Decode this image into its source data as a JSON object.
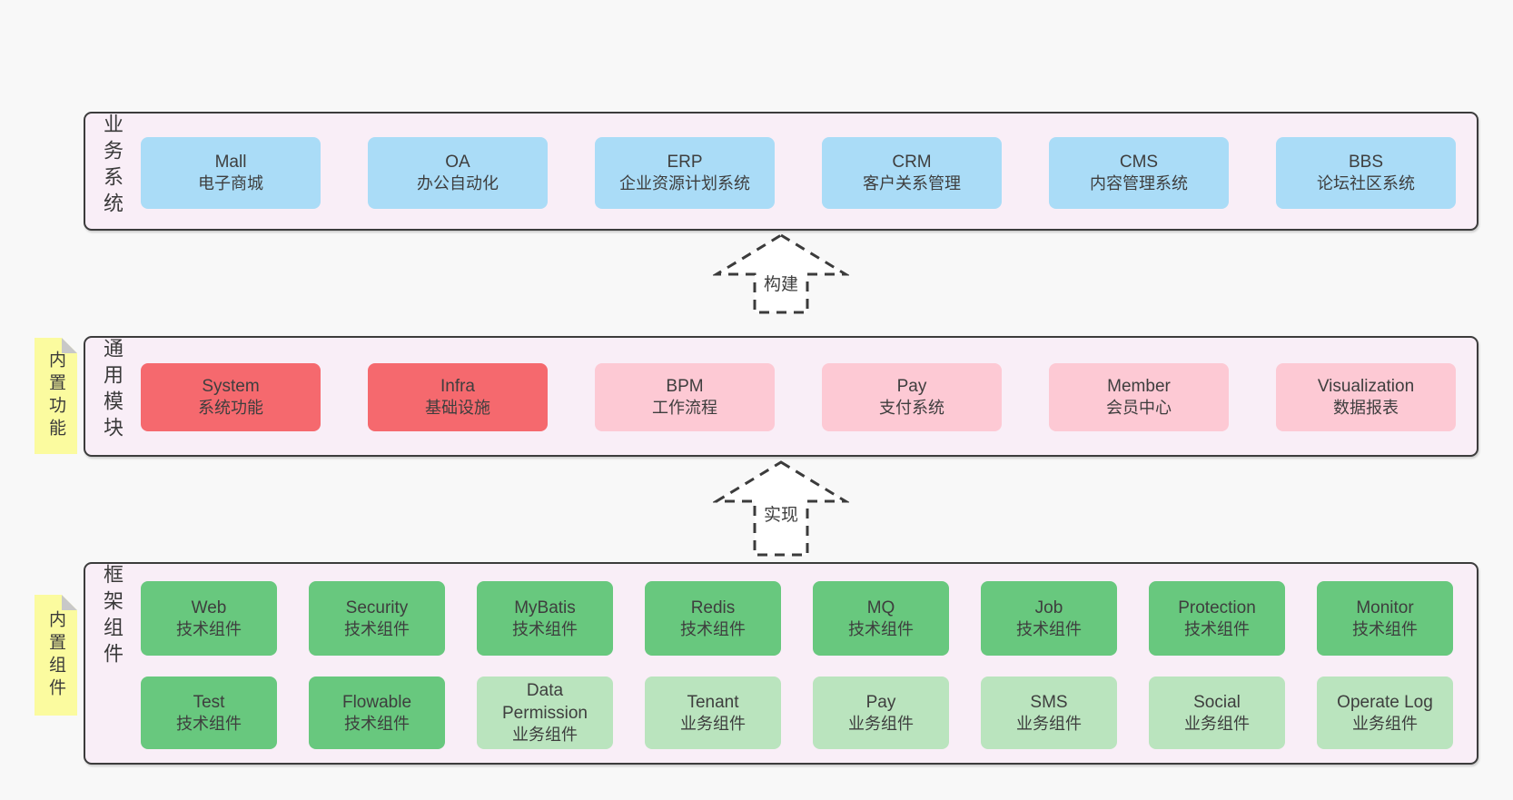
{
  "colors": {
    "page_bg": "#f8f8f8",
    "panel_bg": "#f9eef7",
    "panel_border": "#3c3c3c",
    "blue_box": "#aadcf7",
    "red_box": "#f5696e",
    "pink_box": "#fdc9d4",
    "green_box": "#68c87e",
    "light_green_box": "#bae4be",
    "note_yellow": "#fbfb9f",
    "note_fold_gray": "#c8c8c8",
    "text": "#3e3e3e"
  },
  "layers": [
    {
      "label": "业务系统",
      "boxes": [
        {
          "title": "Mall",
          "subtitle": "电子商城",
          "variant": "blue"
        },
        {
          "title": "OA",
          "subtitle": "办公自动化",
          "variant": "blue"
        },
        {
          "title": "ERP",
          "subtitle": "企业资源计划系统",
          "variant": "blue"
        },
        {
          "title": "CRM",
          "subtitle": "客户关系管理",
          "variant": "blue"
        },
        {
          "title": "CMS",
          "subtitle": "内容管理系统",
          "variant": "blue"
        },
        {
          "title": "BBS",
          "subtitle": "论坛社区系统",
          "variant": "blue"
        }
      ]
    },
    {
      "label": "通用模块",
      "note": "内置功能",
      "boxes": [
        {
          "title": "System",
          "subtitle": "系统功能",
          "variant": "red"
        },
        {
          "title": "Infra",
          "subtitle": "基础设施",
          "variant": "red"
        },
        {
          "title": "BPM",
          "subtitle": "工作流程",
          "variant": "pink"
        },
        {
          "title": "Pay",
          "subtitle": "支付系统",
          "variant": "pink"
        },
        {
          "title": "Member",
          "subtitle": "会员中心",
          "variant": "pink"
        },
        {
          "title": "Visualization",
          "subtitle": "数据报表",
          "variant": "pink"
        }
      ]
    },
    {
      "label": "框架组件",
      "note": "内置组件",
      "rows": [
        [
          {
            "title": "Web",
            "subtitle": "技术组件",
            "variant": "green"
          },
          {
            "title": "Security",
            "subtitle": "技术组件",
            "variant": "green"
          },
          {
            "title": "MyBatis",
            "subtitle": "技术组件",
            "variant": "green"
          },
          {
            "title": "Redis",
            "subtitle": "技术组件",
            "variant": "green"
          },
          {
            "title": "MQ",
            "subtitle": "技术组件",
            "variant": "green"
          },
          {
            "title": "Job",
            "subtitle": "技术组件",
            "variant": "green"
          },
          {
            "title": "Protection",
            "subtitle": "技术组件",
            "variant": "green"
          },
          {
            "title": "Monitor",
            "subtitle": "技术组件",
            "variant": "green"
          }
        ],
        [
          {
            "title": "Test",
            "subtitle": "技术组件",
            "variant": "green"
          },
          {
            "title": "Flowable",
            "subtitle": "技术组件",
            "variant": "green"
          },
          {
            "title": "Data Permission",
            "subtitle": "业务组件",
            "variant": "lightgreen"
          },
          {
            "title": "Tenant",
            "subtitle": "业务组件",
            "variant": "lightgreen"
          },
          {
            "title": "Pay",
            "subtitle": "业务组件",
            "variant": "lightgreen"
          },
          {
            "title": "SMS",
            "subtitle": "业务组件",
            "variant": "lightgreen"
          },
          {
            "title": "Social",
            "subtitle": "业务组件",
            "variant": "lightgreen"
          },
          {
            "title": "Operate Log",
            "subtitle": "业务组件",
            "variant": "lightgreen"
          }
        ]
      ]
    }
  ],
  "arrows": [
    {
      "label": "构建"
    },
    {
      "label": "实现"
    }
  ]
}
